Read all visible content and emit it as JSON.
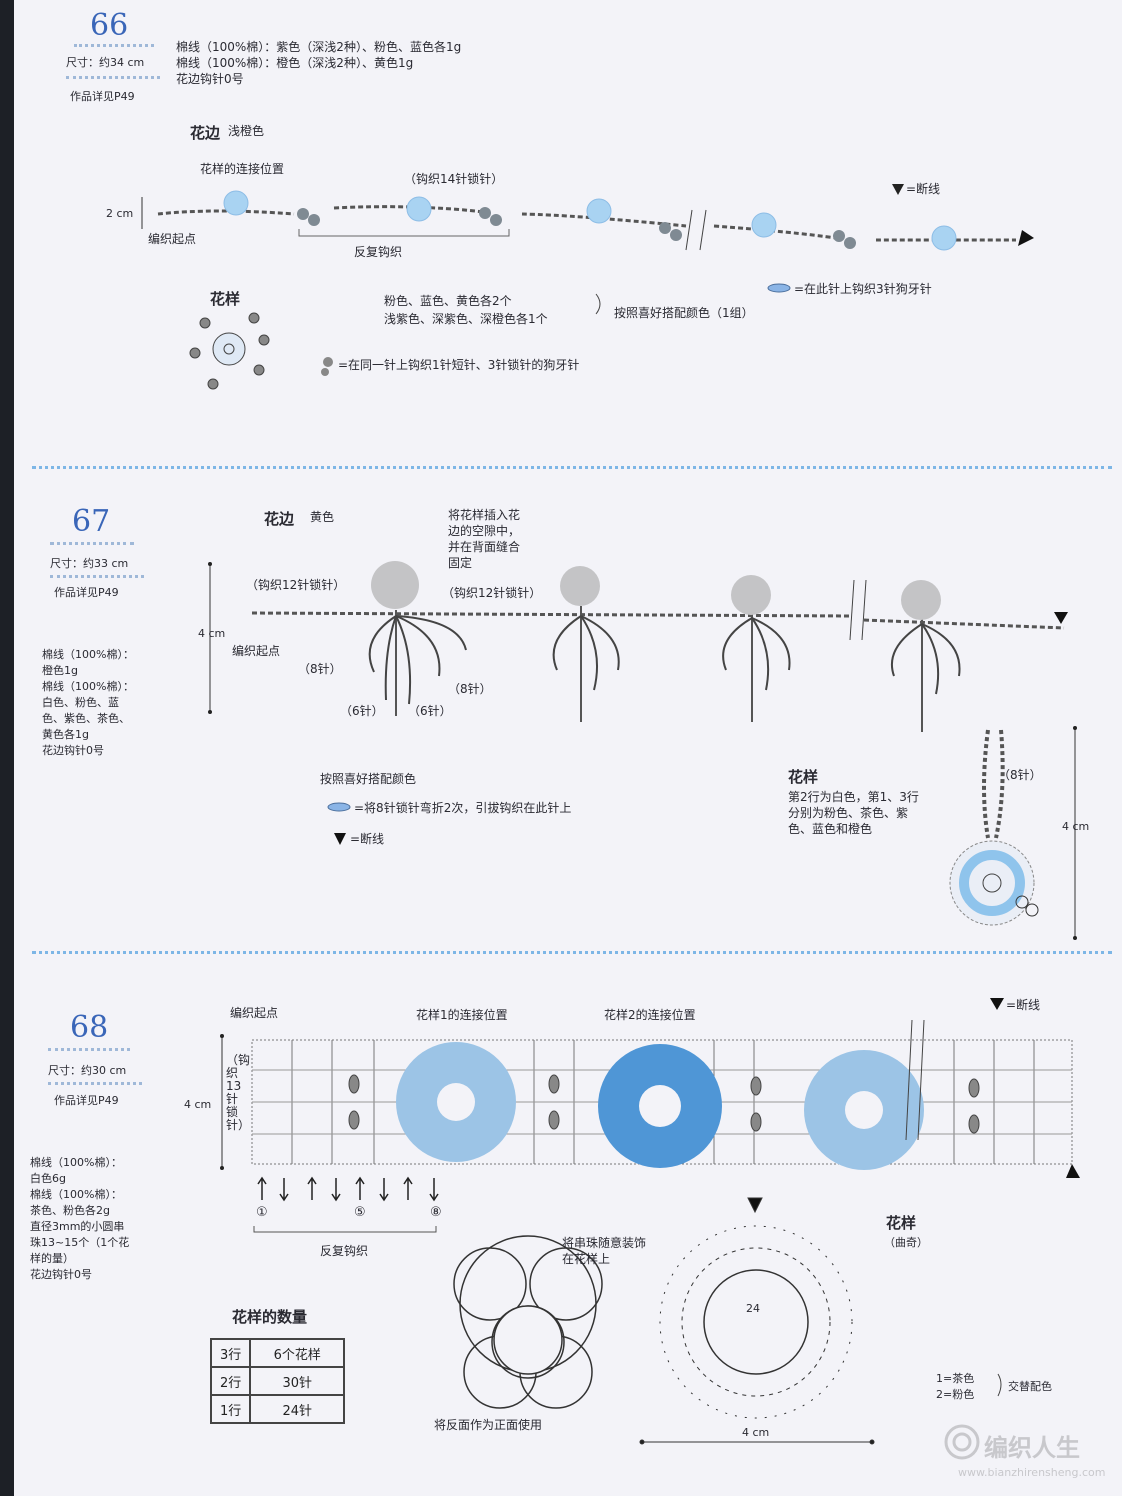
{
  "s66": {
    "number": "66",
    "size": "尺寸：约34 cm",
    "ref": "作品详见P49",
    "mat1": "棉线（100%棉）：紫色（深浅2种）、粉色、蓝色各1g",
    "mat2": "棉线（100%棉）：橙色（深浅2种）、黄色1g",
    "hook": "花边钩针0号",
    "title": "花边",
    "color": "浅橙色",
    "ann_connect": "花样的连接位置",
    "ann_chain": "（钩织14针锁针）",
    "ann_cut": "=断线",
    "dim_2cm": "2 cm",
    "start": "编织起点",
    "repeat": "反复钩织",
    "motif_title": "花样",
    "colors1": "粉色、蓝色、黄色各2个",
    "colors2": "浅紫色、深紫色、深橙色各1个",
    "colors_note": "按照喜好搭配颜色（1组）",
    "legend_oval": "=在此针上钩织3针狗牙针",
    "legend_flower": "=在同一针上钩织1针短针、3针锁针的狗牙针"
  },
  "s67": {
    "number": "67",
    "size": "尺寸：约33 cm",
    "ref": "作品详见P49",
    "mat_lines": [
      "棉线（100%棉）：",
      "橙色1g",
      "棉线（100%棉）：",
      "白色、粉色、蓝",
      "色、紫色、茶色、",
      "黄色各1g",
      "花边钩针0号"
    ],
    "title": "花边",
    "color": "黄色",
    "insert_lines": [
      "将花样插入花",
      "边的空隙中，",
      "并在背面缝合",
      "固定"
    ],
    "chain12a": "（钩织12针锁针）",
    "chain12b": "（钩织12针锁针）",
    "dim_4cm": "4 cm",
    "start": "编织起点",
    "st8a": "（8针）",
    "st8b": "（8针）",
    "st6a": "（6针）",
    "st6b": "（6针）",
    "colors_note": "按照喜好搭配颜色",
    "legend_oval": "=将8针锁针弯折2次，引拔钩织在此针上",
    "legend_cut": "=断线",
    "motif_title": "花样",
    "motif_lines": [
      "第2行为白色，第1、3行",
      "分别为粉色、茶色、紫",
      "色、蓝色和橙色"
    ],
    "motif_8": "（8针）",
    "motif_4cm": "4 cm"
  },
  "s68": {
    "number": "68",
    "size": "尺寸：约30 cm",
    "ref": "作品详见P49",
    "mat_lines": [
      "棉线（100%棉）：",
      "白色6g",
      "棉线（100%棉）：",
      "茶色、粉色各2g",
      "直径3mm的小圆串",
      "珠13~15个（1个花",
      "样的量）",
      "花边钩针0号"
    ],
    "start": "编织起点",
    "conn1": "花样1的连接位置",
    "conn2": "花样2的连接位置",
    "cut": "=断线",
    "dim_4cm": "4 cm",
    "chain13": "（钩织13针锁针）",
    "rows": [
      "①",
      "⑤",
      "⑧"
    ],
    "repeat": "反复钩织",
    "qty_title": "花样的数量",
    "qty_rows": [
      [
        "3行",
        "6个花样"
      ],
      [
        "2行",
        "30针"
      ],
      [
        "1行",
        "24针"
      ]
    ],
    "bead_note_1": "将串珠随意装饰",
    "bead_note_2": "在花样上",
    "reverse": "将反面作为正面使用",
    "center_24": "24",
    "motif_title": "花样",
    "motif_sub": "（曲奇）",
    "c1": "1=茶色",
    "c2": "2=粉色",
    "alt": "交替配色",
    "width_4cm": "4 cm"
  },
  "watermark": {
    "brand": "编织人生",
    "url": "www.bianzhirensheng.com"
  }
}
